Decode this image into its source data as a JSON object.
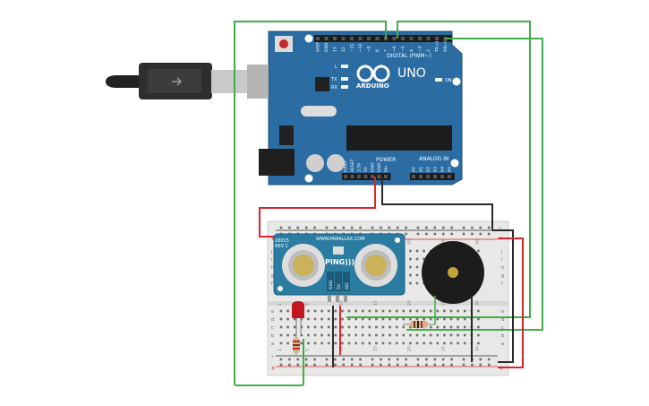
{
  "arduino": {
    "brand": "ARDUINO",
    "model": "UNO",
    "digital_label": "DIGITAL (PWM~)",
    "power_label": "POWER",
    "analog_label": "ANALOG IN",
    "on_label": "ON",
    "l_label": "L",
    "tx_label": "TX",
    "rx_label": "RX",
    "digital_pins": [
      "AREF",
      "GND",
      "13",
      "12",
      "~11",
      "~10",
      "~9",
      "8",
      "7",
      "~6",
      "~5",
      "4",
      "~3",
      "2",
      "TX→1",
      "RX←0"
    ],
    "power_pins": [
      "IOREF",
      "RESET",
      "3.3V",
      "5V",
      "GND",
      "GND",
      "Vin"
    ],
    "analog_pins": [
      "A0",
      "A1",
      "A2",
      "A3",
      "A4",
      "A5"
    ]
  },
  "sensor": {
    "model_line1": "28015",
    "model_line2": "REV C",
    "website": "WWW.PARALLAX.COM",
    "name": "PING)))",
    "pins": [
      "GND",
      "5V",
      "SIG"
    ]
  },
  "breadboard": {
    "row_letters_top": [
      "j",
      "i",
      "h",
      "g",
      "f"
    ],
    "row_letters_bottom": [
      "e",
      "d",
      "c",
      "b",
      "a"
    ],
    "column_numbers": [
      "1",
      "5",
      "10",
      "15",
      "20",
      "25",
      "30"
    ],
    "rail_plus": "+",
    "rail_minus": "-"
  },
  "colors": {
    "board": "#2b6ca3",
    "breadboard": "#e8e8e6",
    "wire_green": "#3fae49",
    "wire_red": "#d8262e",
    "wire_black": "#2a2a2a",
    "sensor_board": "#2a7da1",
    "led": "#c0171e",
    "buzzer": "#1c1c1c"
  }
}
